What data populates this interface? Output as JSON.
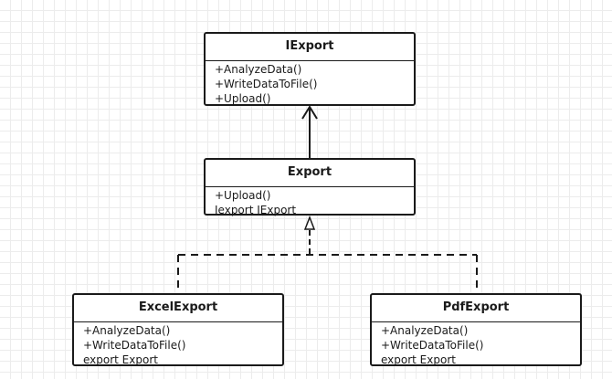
{
  "classes": [
    {
      "name": "IExport",
      "members": [
        "+AnalyzeData()",
        "+WriteDataToFile()",
        "+Upload()"
      ]
    },
    {
      "name": "Export",
      "members": [
        "+Upload()",
        "Iexport IExport"
      ]
    },
    {
      "name": "ExcelExport",
      "members": [
        "+AnalyzeData()",
        "+WriteDataToFile()",
        "export Export"
      ]
    },
    {
      "name": "PdfExport",
      "members": [
        "+AnalyzeData()",
        "+WriteDataToFile()",
        "export Export"
      ]
    }
  ],
  "relationships": [
    {
      "type": "association",
      "from": "Export",
      "to": "IExport",
      "arrowhead": "open"
    },
    {
      "type": "realization",
      "from": "ExcelExport",
      "to": "Export",
      "arrowhead": "hollow-triangle",
      "line": "dashed"
    },
    {
      "type": "realization",
      "from": "PdfExport",
      "to": "Export",
      "arrowhead": "hollow-triangle",
      "line": "dashed"
    }
  ],
  "colors": {
    "stroke": "#1a1a1a",
    "background": "#ffffff",
    "grid": "#ececec"
  }
}
